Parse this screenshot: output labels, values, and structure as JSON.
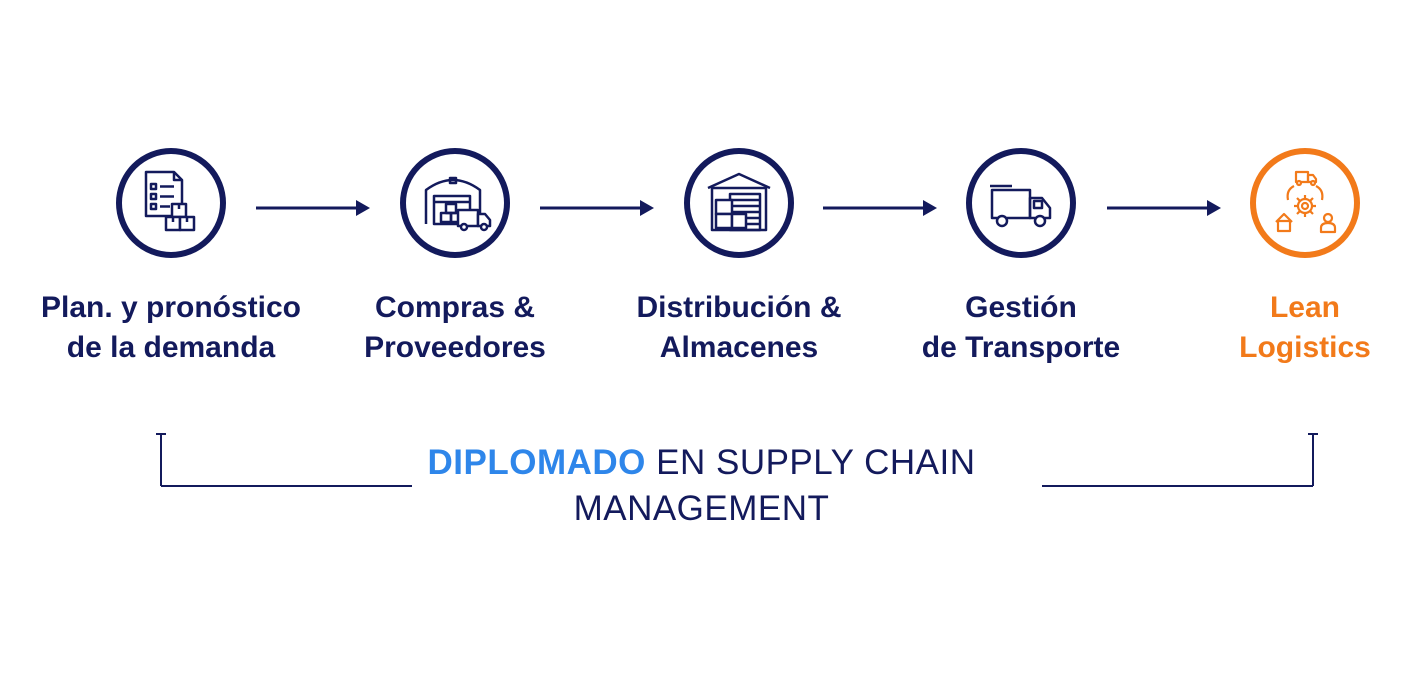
{
  "steps": [
    {
      "line1": "Plan. y pronóstico",
      "line2": "de la demanda",
      "icon": "demand-planning-icon"
    },
    {
      "line1": "Compras &",
      "line2": "Proveedores",
      "icon": "warehouse-truck-icon"
    },
    {
      "line1": "Distribución &",
      "line2": "Almacenes",
      "icon": "warehouse-boxes-icon"
    },
    {
      "line1": "Gestión",
      "line2": "de Transporte",
      "icon": "truck-icon"
    },
    {
      "line1": "Lean",
      "line2": "Logistics",
      "icon": "lean-logistics-icon"
    }
  ],
  "footer": {
    "highlight": "DIPLOMADO",
    "rest_line1": "EN SUPPLY CHAIN",
    "line2": "MANAGEMENT"
  },
  "colors": {
    "navy": "#131a5c",
    "orange": "#f27a1a",
    "blue": "#2e86ea"
  }
}
